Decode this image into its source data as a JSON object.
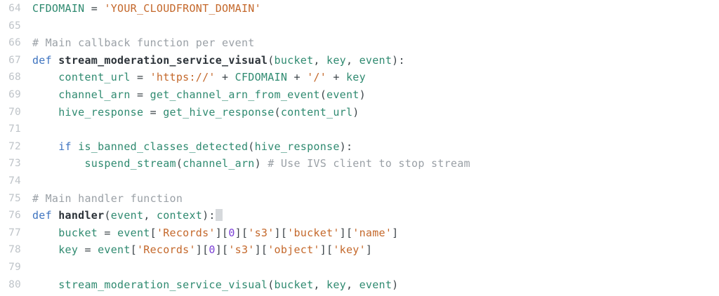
{
  "editor": {
    "language": "python",
    "background_color": "#ffffff",
    "gutter_color": "#bfc4c9",
    "first_line_number": 64,
    "last_line_number": 80,
    "cursor": {
      "line": 76,
      "column": 24,
      "color": "#d6d9dc",
      "shape": "block"
    },
    "syntax_colors": {
      "identifier": "#2f8a70",
      "string": "#c4682b",
      "keyword": "#3f74c0",
      "function_name": "#2b3238",
      "comment": "#9aa0a6",
      "number": "#7b3fd6",
      "punctuation": "#3c4449",
      "default_text": "#333a40"
    }
  },
  "lines": [
    {
      "number": "64",
      "text": "CFDOMAIN = 'YOUR_CLOUDFRONT_DOMAIN'"
    },
    {
      "number": "65",
      "text": ""
    },
    {
      "number": "66",
      "text": "# Main callback function per event"
    },
    {
      "number": "67",
      "text": "def stream_moderation_service_visual(bucket, key, event):"
    },
    {
      "number": "68",
      "text": "    content_url = 'https://' + CFDOMAIN + '/' + key"
    },
    {
      "number": "69",
      "text": "    channel_arn = get_channel_arn_from_event(event)"
    },
    {
      "number": "70",
      "text": "    hive_response = get_hive_response(content_url)"
    },
    {
      "number": "71",
      "text": ""
    },
    {
      "number": "72",
      "text": "    if is_banned_classes_detected(hive_response):"
    },
    {
      "number": "73",
      "text": "        suspend_stream(channel_arn) # Use IVS client to stop stream"
    },
    {
      "number": "74",
      "text": ""
    },
    {
      "number": "75",
      "text": "# Main handler function"
    },
    {
      "number": "76",
      "text": "def handler(event, context):"
    },
    {
      "number": "77",
      "text": "    bucket = event['Records'][0]['s3']['bucket']['name']"
    },
    {
      "number": "78",
      "text": "    key = event['Records'][0]['s3']['object']['key']"
    },
    {
      "number": "79",
      "text": ""
    },
    {
      "number": "80",
      "text": "    stream_moderation_service_visual(bucket, key, event)"
    }
  ],
  "tokens": {
    "l64": [
      {
        "t": "CFDOMAIN",
        "c": "tok-ident"
      },
      {
        "t": " = ",
        "c": "tok-op"
      },
      {
        "t": "'YOUR_CLOUDFRONT_DOMAIN'",
        "c": "tok-str"
      }
    ],
    "l65": [],
    "l66": [
      {
        "t": "# Main callback function per event",
        "c": "tok-cmt"
      }
    ],
    "l67": [
      {
        "t": "def",
        "c": "tok-kw"
      },
      {
        "t": " ",
        "c": "tok-op"
      },
      {
        "t": "stream_moderation_service_visual",
        "c": "tok-fn"
      },
      {
        "t": "(",
        "c": "tok-punc"
      },
      {
        "t": "bucket",
        "c": "tok-ident"
      },
      {
        "t": ", ",
        "c": "tok-punc"
      },
      {
        "t": "key",
        "c": "tok-ident"
      },
      {
        "t": ", ",
        "c": "tok-punc"
      },
      {
        "t": "event",
        "c": "tok-ident"
      },
      {
        "t": "):",
        "c": "tok-punc"
      }
    ],
    "l68": [
      {
        "t": "    ",
        "c": "tok-op"
      },
      {
        "t": "content_url",
        "c": "tok-ident"
      },
      {
        "t": " = ",
        "c": "tok-op"
      },
      {
        "t": "'https://'",
        "c": "tok-str"
      },
      {
        "t": " + ",
        "c": "tok-op"
      },
      {
        "t": "CFDOMAIN",
        "c": "tok-ident"
      },
      {
        "t": " + ",
        "c": "tok-op"
      },
      {
        "t": "'/'",
        "c": "tok-str"
      },
      {
        "t": " + ",
        "c": "tok-op"
      },
      {
        "t": "key",
        "c": "tok-ident"
      }
    ],
    "l69": [
      {
        "t": "    ",
        "c": "tok-op"
      },
      {
        "t": "channel_arn",
        "c": "tok-ident"
      },
      {
        "t": " = ",
        "c": "tok-op"
      },
      {
        "t": "get_channel_arn_from_event",
        "c": "tok-ident"
      },
      {
        "t": "(",
        "c": "tok-punc"
      },
      {
        "t": "event",
        "c": "tok-ident"
      },
      {
        "t": ")",
        "c": "tok-punc"
      }
    ],
    "l70": [
      {
        "t": "    ",
        "c": "tok-op"
      },
      {
        "t": "hive_response",
        "c": "tok-ident"
      },
      {
        "t": " = ",
        "c": "tok-op"
      },
      {
        "t": "get_hive_response",
        "c": "tok-ident"
      },
      {
        "t": "(",
        "c": "tok-punc"
      },
      {
        "t": "content_url",
        "c": "tok-ident"
      },
      {
        "t": ")",
        "c": "tok-punc"
      }
    ],
    "l71": [],
    "l72": [
      {
        "t": "    ",
        "c": "tok-op"
      },
      {
        "t": "if",
        "c": "tok-kw"
      },
      {
        "t": " ",
        "c": "tok-op"
      },
      {
        "t": "is_banned_classes_detected",
        "c": "tok-ident"
      },
      {
        "t": "(",
        "c": "tok-punc"
      },
      {
        "t": "hive_response",
        "c": "tok-ident"
      },
      {
        "t": "):",
        "c": "tok-punc"
      }
    ],
    "l73": [
      {
        "t": "        ",
        "c": "tok-op"
      },
      {
        "t": "suspend_stream",
        "c": "tok-ident"
      },
      {
        "t": "(",
        "c": "tok-punc"
      },
      {
        "t": "channel_arn",
        "c": "tok-ident"
      },
      {
        "t": ") ",
        "c": "tok-punc"
      },
      {
        "t": "# Use IVS client to stop stream",
        "c": "tok-cmt"
      }
    ],
    "l74": [],
    "l75": [
      {
        "t": "# Main handler function",
        "c": "tok-cmt"
      }
    ],
    "l76": [
      {
        "t": "def",
        "c": "tok-kw"
      },
      {
        "t": " ",
        "c": "tok-op"
      },
      {
        "t": "handler",
        "c": "tok-fn"
      },
      {
        "t": "(",
        "c": "tok-punc"
      },
      {
        "t": "event",
        "c": "tok-ident"
      },
      {
        "t": ", ",
        "c": "tok-punc"
      },
      {
        "t": "context",
        "c": "tok-ident"
      },
      {
        "t": "):",
        "c": "tok-punc"
      },
      {
        "t": "",
        "c": "cursor"
      }
    ],
    "l77": [
      {
        "t": "    ",
        "c": "tok-op"
      },
      {
        "t": "bucket",
        "c": "tok-ident"
      },
      {
        "t": " = ",
        "c": "tok-op"
      },
      {
        "t": "event",
        "c": "tok-ident"
      },
      {
        "t": "[",
        "c": "tok-punc"
      },
      {
        "t": "'Records'",
        "c": "tok-str"
      },
      {
        "t": "][",
        "c": "tok-punc"
      },
      {
        "t": "0",
        "c": "tok-num"
      },
      {
        "t": "][",
        "c": "tok-punc"
      },
      {
        "t": "'s3'",
        "c": "tok-str"
      },
      {
        "t": "][",
        "c": "tok-punc"
      },
      {
        "t": "'bucket'",
        "c": "tok-str"
      },
      {
        "t": "][",
        "c": "tok-punc"
      },
      {
        "t": "'name'",
        "c": "tok-str"
      },
      {
        "t": "]",
        "c": "tok-punc"
      }
    ],
    "l78": [
      {
        "t": "    ",
        "c": "tok-op"
      },
      {
        "t": "key",
        "c": "tok-ident"
      },
      {
        "t": " = ",
        "c": "tok-op"
      },
      {
        "t": "event",
        "c": "tok-ident"
      },
      {
        "t": "[",
        "c": "tok-punc"
      },
      {
        "t": "'Records'",
        "c": "tok-str"
      },
      {
        "t": "][",
        "c": "tok-punc"
      },
      {
        "t": "0",
        "c": "tok-num"
      },
      {
        "t": "][",
        "c": "tok-punc"
      },
      {
        "t": "'s3'",
        "c": "tok-str"
      },
      {
        "t": "][",
        "c": "tok-punc"
      },
      {
        "t": "'object'",
        "c": "tok-str"
      },
      {
        "t": "][",
        "c": "tok-punc"
      },
      {
        "t": "'key'",
        "c": "tok-str"
      },
      {
        "t": "]",
        "c": "tok-punc"
      }
    ],
    "l79": [],
    "l80": [
      {
        "t": "    ",
        "c": "tok-op"
      },
      {
        "t": "stream_moderation_service_visual",
        "c": "tok-ident"
      },
      {
        "t": "(",
        "c": "tok-punc"
      },
      {
        "t": "bucket",
        "c": "tok-ident"
      },
      {
        "t": ", ",
        "c": "tok-punc"
      },
      {
        "t": "key",
        "c": "tok-ident"
      },
      {
        "t": ", ",
        "c": "tok-punc"
      },
      {
        "t": "event",
        "c": "tok-ident"
      },
      {
        "t": ")",
        "c": "tok-punc"
      }
    ]
  }
}
